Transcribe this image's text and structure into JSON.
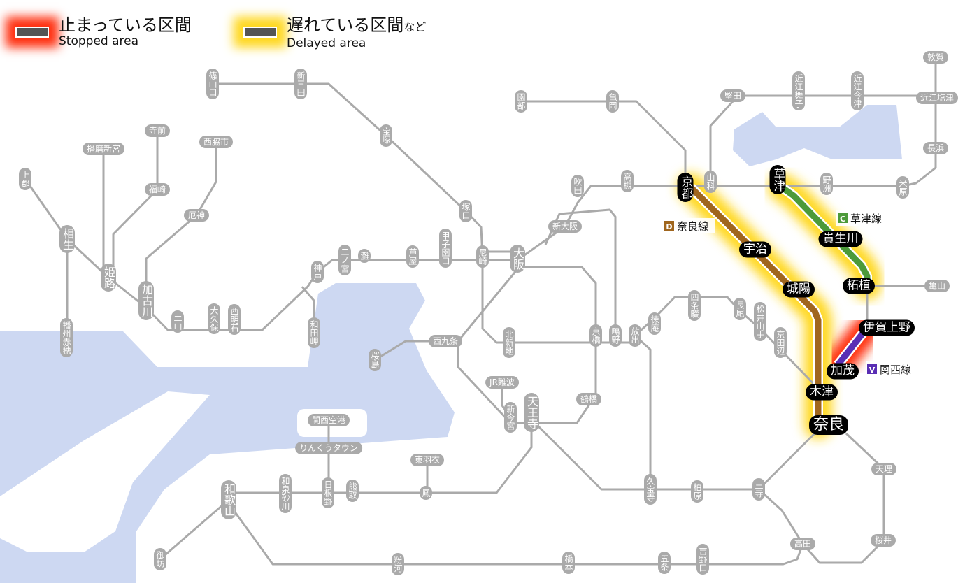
{
  "legend": {
    "stopped": {
      "jp": "止まっている区間",
      "en": "Stopped area"
    },
    "delayed": {
      "jp": "遅れている区間",
      "jp_suffix": "など",
      "en": "Delayed area"
    }
  },
  "colors": {
    "stopped_glow": "#ff3010",
    "delayed_glow": "#ffd820",
    "nara_line": "#a0661e",
    "kusatsu_line": "#4c9a3a",
    "kansai_line": "#5a2eb4",
    "station_gray": "#aaaaaa",
    "water": "#cdd8f2"
  },
  "line_labels": [
    {
      "code": "D",
      "name": "奈良線",
      "color": "#a0661e",
      "status": "delayed"
    },
    {
      "code": "C",
      "name": "草津線",
      "color": "#4c9a3a",
      "status": "delayed"
    },
    {
      "code": "V",
      "name": "関西線",
      "color": "#5a2eb4",
      "status": "stopped"
    }
  ],
  "stations": [
    {
      "name": "篠山口"
    },
    {
      "name": "新三田"
    },
    {
      "name": "宝塚"
    },
    {
      "name": "塚口"
    },
    {
      "name": "尼崎"
    },
    {
      "name": "大阪"
    },
    {
      "name": "新大阪"
    },
    {
      "name": "吹田"
    },
    {
      "name": "高槻"
    },
    {
      "name": "園部"
    },
    {
      "name": "亀岡"
    },
    {
      "name": "京都"
    },
    {
      "name": "山科"
    },
    {
      "name": "堅田"
    },
    {
      "name": "近江舞子"
    },
    {
      "name": "近江今津"
    },
    {
      "name": "敦賀"
    },
    {
      "name": "近江塩津"
    },
    {
      "name": "長浜"
    },
    {
      "name": "米原"
    },
    {
      "name": "野洲"
    },
    {
      "name": "草津"
    },
    {
      "name": "貴生川"
    },
    {
      "name": "柘植"
    },
    {
      "name": "亀山"
    },
    {
      "name": "伊賀上野"
    },
    {
      "name": "加茂"
    },
    {
      "name": "木津"
    },
    {
      "name": "奈良"
    },
    {
      "name": "宇治"
    },
    {
      "name": "城陽"
    },
    {
      "name": "京田辺"
    },
    {
      "name": "松井山手"
    },
    {
      "name": "長尾"
    },
    {
      "name": "四条畷"
    },
    {
      "name": "徳庵"
    },
    {
      "name": "放出"
    },
    {
      "name": "鴫野"
    },
    {
      "name": "京橋"
    },
    {
      "name": "北新地"
    },
    {
      "name": "西九条"
    },
    {
      "name": "桜島"
    },
    {
      "name": "JR難波"
    },
    {
      "name": "新今宮"
    },
    {
      "name": "天王寺"
    },
    {
      "name": "鶴橋"
    },
    {
      "name": "久宝寺"
    },
    {
      "name": "柏原"
    },
    {
      "name": "王寺"
    },
    {
      "name": "天理"
    },
    {
      "name": "桜井"
    },
    {
      "name": "高田"
    },
    {
      "name": "吉野口"
    },
    {
      "name": "五条"
    },
    {
      "name": "橋本"
    },
    {
      "name": "粉河"
    },
    {
      "name": "和歌山"
    },
    {
      "name": "御坊"
    },
    {
      "name": "和泉砂川"
    },
    {
      "name": "日根野"
    },
    {
      "name": "熊取"
    },
    {
      "name": "鳳"
    },
    {
      "name": "東羽衣"
    },
    {
      "name": "りんくうタウン"
    },
    {
      "name": "関西空港"
    },
    {
      "name": "神戸"
    },
    {
      "name": "和田岬"
    },
    {
      "name": "二ノ宮"
    },
    {
      "name": "灘"
    },
    {
      "name": "芦屋"
    },
    {
      "name": "甲子園口"
    },
    {
      "name": "西明石"
    },
    {
      "name": "大久保"
    },
    {
      "name": "土山"
    },
    {
      "name": "加古川"
    },
    {
      "name": "厄神"
    },
    {
      "name": "西脇市"
    },
    {
      "name": "姫路"
    },
    {
      "name": "福崎"
    },
    {
      "name": "寺前"
    },
    {
      "name": "播磨新宮"
    },
    {
      "name": "相生"
    },
    {
      "name": "上郡"
    },
    {
      "name": "播州赤穂"
    }
  ]
}
